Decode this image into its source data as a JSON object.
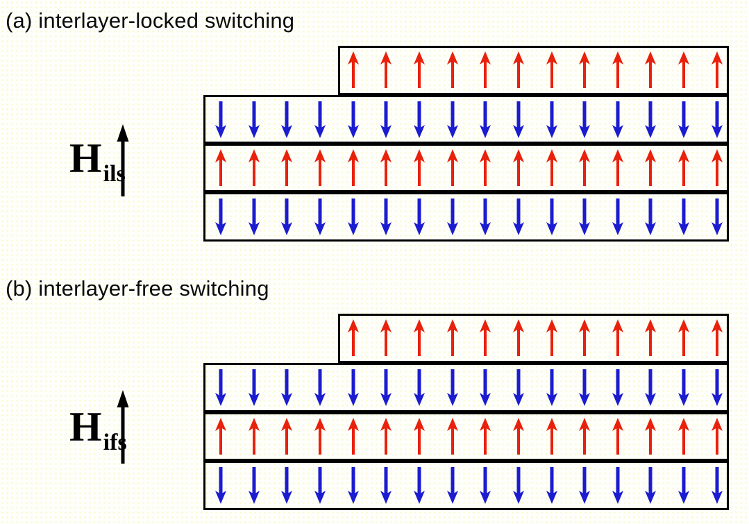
{
  "figure": {
    "background_color": "#fefefb",
    "outline_color": "#000000",
    "spin_up_color": "#e8210c",
    "spin_down_color": "#1b1ccf",
    "field_arrow_color": "#000000"
  },
  "panels": [
    {
      "title": "(a) interlayer-locked switching",
      "field_label": {
        "symbol": "H",
        "subscript": "ils"
      },
      "layers": [
        {
          "name": "top-layer",
          "spin": "up",
          "color": "red",
          "arrow_count": 12
        },
        {
          "name": "layer-2",
          "spin": "down",
          "color": "blue",
          "arrow_count": 16
        },
        {
          "name": "layer-3",
          "spin": "up",
          "color": "red",
          "arrow_count": 16
        },
        {
          "name": "layer-4",
          "spin": "down",
          "color": "blue",
          "arrow_count": 16
        }
      ]
    },
    {
      "title": "(b) interlayer-free switching",
      "field_label": {
        "symbol": "H",
        "subscript": "ifs"
      },
      "layers": [
        {
          "name": "top-layer",
          "spin": "up",
          "color": "red",
          "arrow_count": 12
        },
        {
          "name": "layer-2",
          "spin": "down",
          "color": "blue",
          "arrow_count": 16
        },
        {
          "name": "layer-3",
          "spin": "up",
          "color": "red",
          "arrow_count": 16
        },
        {
          "name": "layer-4",
          "spin": "down",
          "color": "blue",
          "arrow_count": 16
        }
      ]
    }
  ]
}
